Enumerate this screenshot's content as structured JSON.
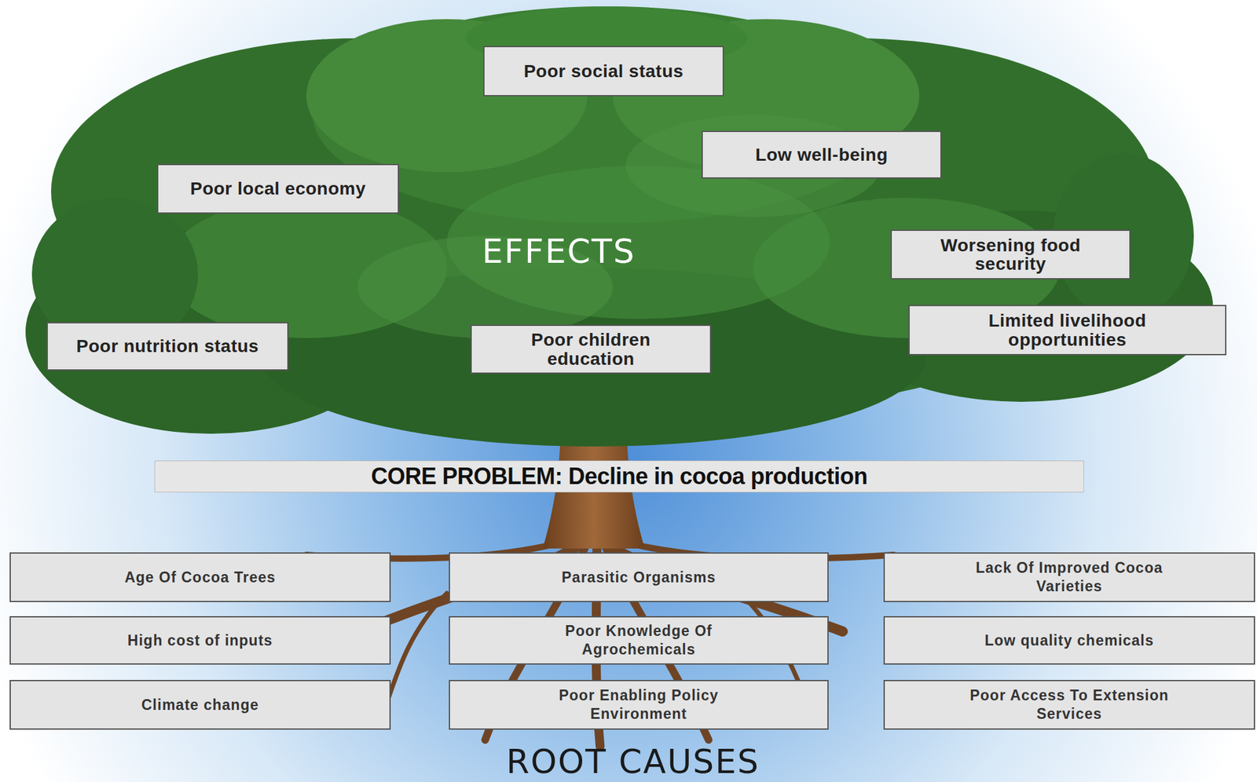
{
  "diagram": {
    "nodes": [
      {
        "text": [
          "Poor social status"
        ]
      },
      {
        "text": [
          "Low well-being"
        ]
      },
      {
        "text": [
          "Poor local economy"
        ]
      },
      {
        "text": [
          "Worsening food security"
        ]
      },
      {
        "text": [
          "Limited livelihood opportunities"
        ]
      },
      {
        "text": [
          "Poor nutrition status"
        ]
      },
      {
        "text": [
          "Poor children education"
        ]
      },
      {
        "text": [
          "CORE PROBLEM: Decline in cocoa production"
        ]
      },
      {
        "text": [
          "Age Of Cocoa Trees"
        ]
      },
      {
        "text": [
          "Parasitic Organisms"
        ]
      },
      {
        "text": [
          "Lack Of Improved Cocoa Varieties"
        ]
      },
      {
        "text": [
          "High cost of inputs"
        ]
      },
      {
        "text": [
          "Poor Knowledge Of Agrochemicals"
        ]
      },
      {
        "text": [
          "Low quality chemicals"
        ]
      },
      {
        "text": [
          "Climate change"
        ]
      },
      {
        "text": [
          "Poor Enabling Policy Environment"
        ]
      },
      {
        "text": [
          "Poor Access To Extension Services"
        ]
      }
    ],
    "labels": [
      "EFFECTS",
      "ROOT CAUSES"
    ]
  }
}
